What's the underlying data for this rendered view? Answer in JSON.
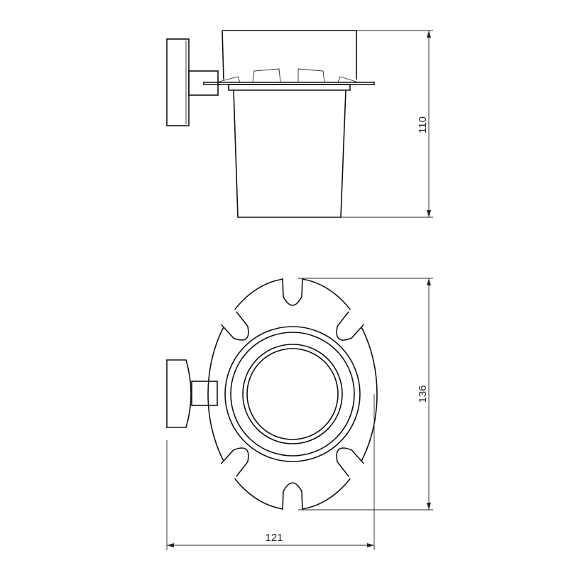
{
  "dimensions": {
    "height_side_view": "110",
    "height_top_view": "136",
    "width_top_view": "121"
  },
  "colors": {
    "line": "#111111",
    "background": "#ffffff"
  },
  "top_view_slot_angles_deg": [
    0,
    -40,
    40,
    180,
    140,
    220
  ]
}
